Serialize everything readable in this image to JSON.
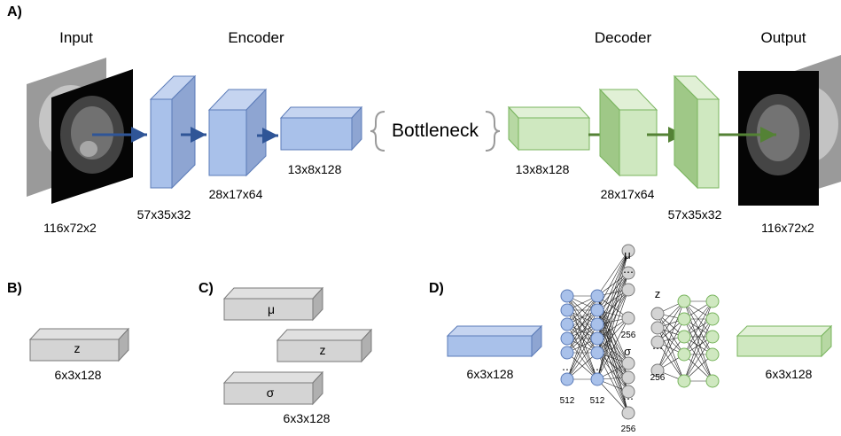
{
  "panels": {
    "a": "A)",
    "b": "B)",
    "c": "C)",
    "d": "D)"
  },
  "top": {
    "input_label": "Input",
    "encoder_label": "Encoder",
    "decoder_label": "Decoder",
    "output_label": "Output",
    "bottleneck_label": "Bottleneck",
    "input_dims": "116x72x2",
    "enc1_dims": "57x35x32",
    "enc2_dims": "28x17x64",
    "enc3_dims": "13x8x128",
    "dec1_dims": "13x8x128",
    "dec2_dims": "28x17x64",
    "dec3_dims": "57x35x32",
    "output_dims": "116x72x2"
  },
  "panel_b": {
    "box_label": "z",
    "dims": "6x3x128"
  },
  "panel_c": {
    "mu_label": "μ",
    "z_label": "z",
    "sigma_label": "σ",
    "dims": "6x3x128"
  },
  "panel_d": {
    "left_dims": "6x3x128",
    "right_dims": "6x3x128",
    "layer1_count": "512",
    "layer2_count": "512",
    "mu_label": "μ",
    "mu_count": "256",
    "sigma_label": "σ",
    "sigma_count": "256",
    "z_label": "z",
    "z_count": "256",
    "dots": "⋯"
  },
  "colors": {
    "blue": "#a9c1ea",
    "blue_dark": "#7d96c7",
    "blue_edge": "#5b7bb8",
    "green": "#cfe8c0",
    "green_dark": "#a9cf93",
    "green_edge": "#78b45d",
    "grey": "#d4d4d4",
    "grey_dark": "#a8a8a8",
    "grey_edge": "#7a7a7a",
    "arrow_blue": "#2f5597",
    "arrow_green": "#548235"
  }
}
